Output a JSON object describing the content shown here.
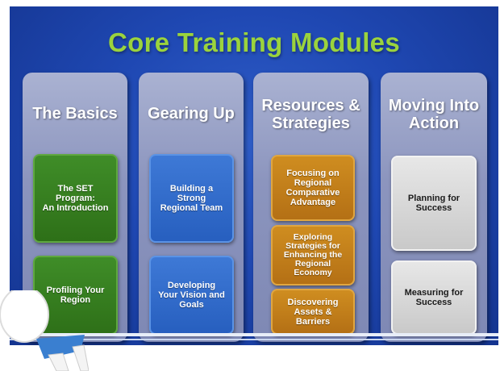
{
  "title": "Core Training Modules",
  "columns": [
    {
      "title": "The Basics",
      "modules": [
        "The SET\nProgram:\nAn Introduction",
        "Profiling Your\nRegion"
      ],
      "color": "green"
    },
    {
      "title": "Gearing Up",
      "modules": [
        "Building a\nStrong\nRegional Team",
        "Developing\nYour Vision and\nGoals"
      ],
      "color": "blue"
    },
    {
      "title": "Resources\n& Strategies",
      "modules": [
        "Focusing on\nRegional\nComparative\nAdvantage",
        "Exploring\nStrategies for\nEnhancing the\nRegional\nEconomy",
        "Discovering\nAssets &\nBarriers"
      ],
      "color": "orange"
    },
    {
      "title": "Moving\nInto Action",
      "modules": [
        "Planning for\nSuccess",
        "Measuring for\nSuccess"
      ],
      "color": "gray"
    }
  ],
  "colors": {
    "background": "#1f48b3",
    "title": "#9bd33d",
    "column": "#8c95be",
    "green": "#2e7018",
    "blue": "#275fbf",
    "orange": "#b47015",
    "gray": "#c9c9c9"
  },
  "icons": [
    "person-figure-icon"
  ]
}
